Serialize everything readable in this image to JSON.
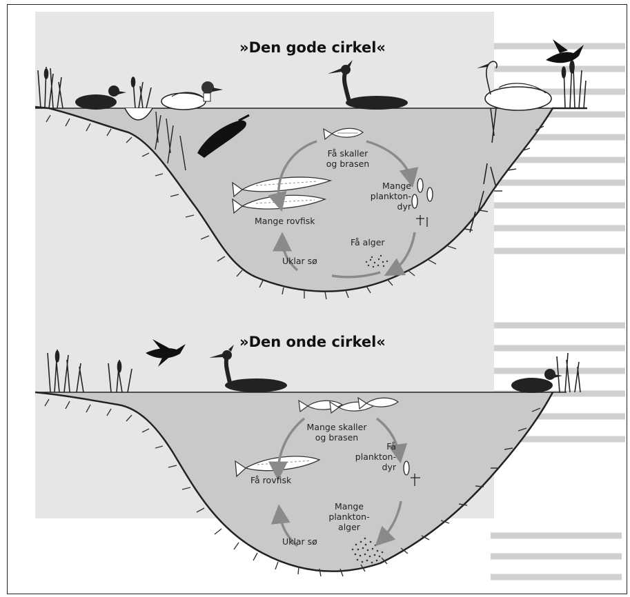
{
  "diagrams": [
    {
      "title": "»Den gode cirkel«",
      "labels": {
        "fish_top": [
          "Få skaller",
          "og brasen"
        ],
        "plankton": [
          "Mange",
          "plankton-",
          "dyr"
        ],
        "algae": "Få alger",
        "lake": "Uklar sø",
        "predators": "Mange rovfisk"
      }
    },
    {
      "title": "»Den onde cirkel«",
      "labels": {
        "fish_top": [
          "Mange skaller",
          "og brasen"
        ],
        "plankton": [
          "Få",
          "plankton-",
          "dyr"
        ],
        "algae": [
          "Mange",
          "plankton-",
          "alger"
        ],
        "lake": "Uklar sø",
        "predators": "Få rovfisk"
      }
    }
  ],
  "colors": {
    "water": "#c9c9c9",
    "page_gray": "#dcdcdc",
    "ink": "#222222",
    "arrow": "#8a8a8a"
  }
}
